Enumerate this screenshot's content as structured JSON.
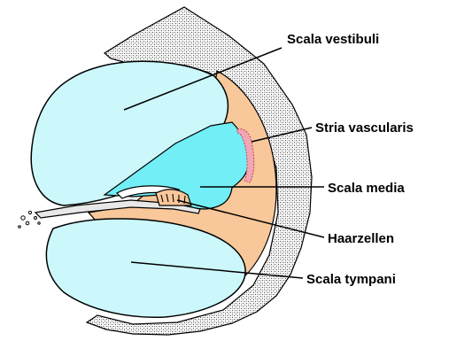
{
  "labels": {
    "scala_vestibuli": "Scala vestibuli",
    "stria_vascularis": "Stria vascularis",
    "scala_media": "Scala media",
    "haarzellen": "Haarzellen",
    "scala_tympani": "Scala tympani"
  },
  "colors": {
    "background": "#ffffff",
    "bone_stipple": "#9a9a9a",
    "fluid_chamber": "#ccf8fc",
    "scala_media_fluid": "#72eef6",
    "ligament_tissue": "#f8c79a",
    "stria_vascularis": "#f2a6b4",
    "outline": "#000000"
  }
}
